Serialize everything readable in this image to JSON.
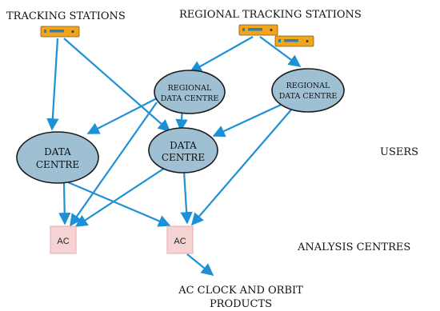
{
  "labels": {
    "tracking_stations": "TRACKING STATIONS",
    "regional_tracking_stations": "REGIONAL TRACKING STATIONS",
    "users": "USERS",
    "analysis_centres": "ANALYSIS CENTRES",
    "products_line1": "AC CLOCK AND ORBIT",
    "products_line2": "PRODUCTS"
  },
  "regional_data_centre_left": {
    "line1": "REGIONAL",
    "line2": "DATA CENTRE"
  },
  "regional_data_centre_right": {
    "line1": "REGIONAL",
    "line2": "DATA CENTRE"
  },
  "data_centre_left": {
    "line1": "DATA",
    "line2": "CENTRE"
  },
  "data_centre_right": {
    "line1": "DATA",
    "line2": "CENTRE"
  },
  "analysis_centre_left": {
    "label": "AC"
  },
  "analysis_centre_right": {
    "label": "AC"
  },
  "colors": {
    "arrow": "#1e90d6",
    "ellipse_fill": "#9fbfd3",
    "ellipse_stroke": "#1a1a1a",
    "ac_fill": "#f6d3d3",
    "ac_stroke": "#e8b4b4",
    "station_body": "#f2a51b",
    "station_panel": "#2e7fb8"
  },
  "icons": {
    "station": "receiver-station-icon"
  }
}
